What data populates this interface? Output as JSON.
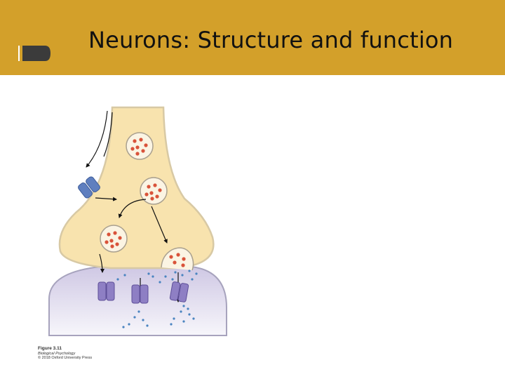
{
  "slide": {
    "title": "Neurons: Structure and function"
  },
  "figure": {
    "caption_label": "Figure 3.11",
    "caption_source": "Biological Psychology",
    "caption_copyright": "© 2018 Oxford University Press"
  },
  "colors": {
    "title_bar": "#d3a02a",
    "terminal_fill": "#f8e3ae",
    "vesicle_dot": "#d9533a",
    "postsynaptic_fill": "#d8d4ea",
    "receptor": "#8e7fc4",
    "channel": "#5f7fbf",
    "neurotransmitter": "#4a84c0"
  }
}
